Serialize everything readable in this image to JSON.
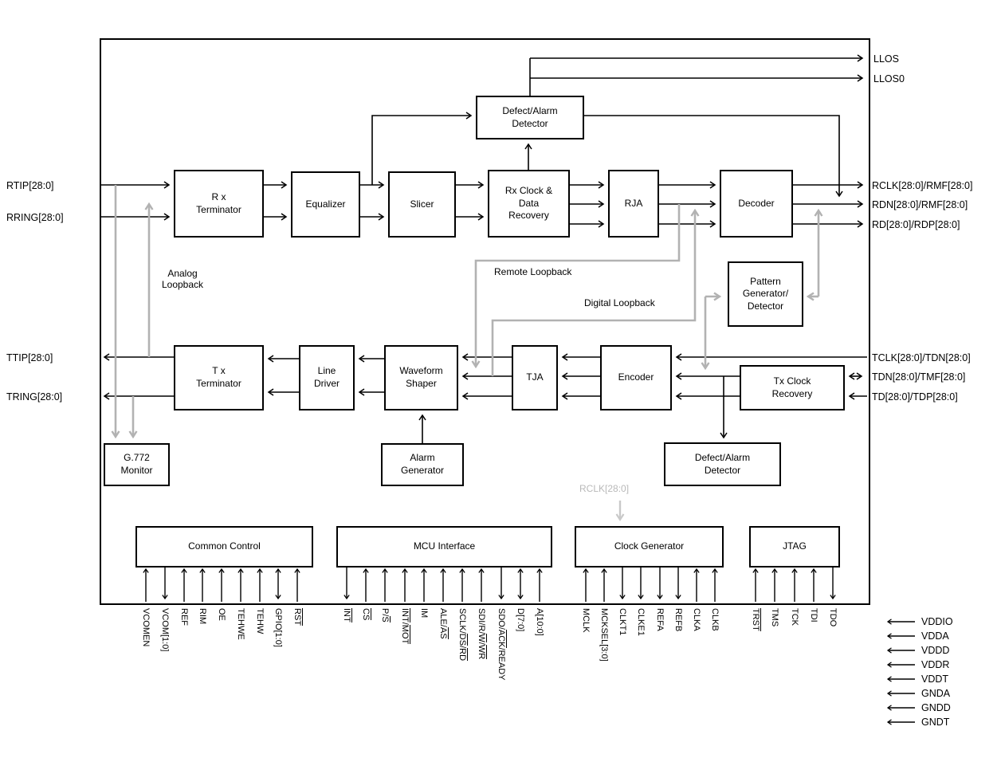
{
  "blocks": [
    {
      "id": "rx_terminator",
      "label": "R x\nTerminator"
    },
    {
      "id": "equalizer",
      "label": "Equalizer"
    },
    {
      "id": "slicer",
      "label": "Slicer"
    },
    {
      "id": "rx_cdr",
      "label": "Rx Clock &\nData\nRecovery"
    },
    {
      "id": "rja",
      "label": "RJA"
    },
    {
      "id": "decoder",
      "label": "Decoder"
    },
    {
      "id": "defect_alarm_top",
      "label": "Defect/Alarm\nDetector"
    },
    {
      "id": "pattern_gen",
      "label": "Pattern\nGenerator/\nDetector"
    },
    {
      "id": "tx_terminator",
      "label": "T x\nTerminator"
    },
    {
      "id": "line_driver",
      "label": "Line\nDriver"
    },
    {
      "id": "waveform_shaper",
      "label": "Waveform\nShaper"
    },
    {
      "id": "tja",
      "label": "TJA"
    },
    {
      "id": "encoder",
      "label": "Encoder"
    },
    {
      "id": "tx_clock_recovery",
      "label": "Tx Clock\nRecovery"
    },
    {
      "id": "g772_monitor",
      "label": "G.772\nMonitor"
    },
    {
      "id": "alarm_generator",
      "label": "Alarm\nGenerator"
    },
    {
      "id": "defect_alarm_bottom",
      "label": "Defect/Alarm\nDetector"
    },
    {
      "id": "common_control",
      "label": "Common  Control"
    },
    {
      "id": "mcu_interface",
      "label": "MCU  Interface"
    },
    {
      "id": "clock_generator",
      "label": "Clock  Generator"
    },
    {
      "id": "jtag",
      "label": "JTAG"
    }
  ],
  "left_labels": [
    {
      "id": "rtip",
      "text": "RTIP[28:0]"
    },
    {
      "id": "rring",
      "text": "RRING[28:0]"
    },
    {
      "id": "ttip",
      "text": "TTIP[28:0]"
    },
    {
      "id": "tring",
      "text": "TRING[28:0]"
    }
  ],
  "right_labels": [
    {
      "id": "llos",
      "text": "LLOS"
    },
    {
      "id": "llos0",
      "text": "LLOS0"
    },
    {
      "id": "rclk",
      "text": "RCLK[28:0]/RMF[28:0]"
    },
    {
      "id": "rdn",
      "text": "RDN[28:0]/RMF[28:0]"
    },
    {
      "id": "rd",
      "text": "RD[28:0]/RDP[28:0]"
    },
    {
      "id": "tclk",
      "text": "TCLK[28:0]/TDN[28:0]"
    },
    {
      "id": "tdn",
      "text": "TDN[28:0]/TMF[28:0]"
    },
    {
      "id": "td",
      "text": "TD[28:0]/TDP[28:0]"
    }
  ],
  "annotations": {
    "analog_loopback": "Analog\nLoopback",
    "remote_loopback": "Remote  Loopback",
    "digital_loopback": "Digital  Loopback",
    "rclk_feed": "RCLK[28:0]"
  },
  "pin_groups": [
    {
      "id": "common_control",
      "pins": [
        {
          "label": "VCOMEN",
          "dir": "in"
        },
        {
          "label": "VCOM[1:0]",
          "dir": "out"
        },
        {
          "label": "REF",
          "dir": "in"
        },
        {
          "label": "RIM",
          "dir": "in"
        },
        {
          "label": "OE",
          "dir": "in"
        },
        {
          "label": "TEHWE",
          "dir": "in"
        },
        {
          "label": "TEHW",
          "dir": "in"
        },
        {
          "label": "GPIO[1:0]",
          "dir": "bidir"
        },
        {
          "label": "~RST~",
          "dir": "in"
        }
      ]
    },
    {
      "id": "mcu_interface",
      "pins": [
        {
          "label": "~INT~",
          "dir": "out"
        },
        {
          "label": "~CS~",
          "dir": "in"
        },
        {
          "label": "P/~S~",
          "dir": "in"
        },
        {
          "label": "~INT~/~MOT~",
          "dir": "in"
        },
        {
          "label": "IM",
          "dir": "in"
        },
        {
          "label": "ALE/~AS~",
          "dir": "in"
        },
        {
          "label": "SCLK/~DS~/~RD~",
          "dir": "in"
        },
        {
          "label": "SDI/R/~W~/~WR~",
          "dir": "in"
        },
        {
          "label": "SDO/~ACK~/READY",
          "dir": "out"
        },
        {
          "label": "D[7:0]",
          "dir": "bidir"
        },
        {
          "label": "A[10:0]",
          "dir": "in"
        }
      ]
    },
    {
      "id": "clock_generator",
      "pins": [
        {
          "label": "MCLK",
          "dir": "in"
        },
        {
          "label": "MCKSEL[3:0]",
          "dir": "in"
        },
        {
          "label": "CLKT1",
          "dir": "out"
        },
        {
          "label": "CLKE1",
          "dir": "out"
        },
        {
          "label": "REFA",
          "dir": "out"
        },
        {
          "label": "REFB",
          "dir": "out"
        },
        {
          "label": "CLKA",
          "dir": "in"
        },
        {
          "label": "CLKB",
          "dir": "in"
        }
      ]
    },
    {
      "id": "jtag",
      "pins": [
        {
          "label": "~TRST~",
          "dir": "in"
        },
        {
          "label": "TMS",
          "dir": "in"
        },
        {
          "label": "TCK",
          "dir": "in"
        },
        {
          "label": "TDI",
          "dir": "in"
        },
        {
          "label": "TDO",
          "dir": "out"
        }
      ]
    }
  ],
  "power_pins": [
    "VDDIO",
    "VDDA",
    "VDDD",
    "VDDR",
    "VDDT",
    "GNDA",
    "GNDD",
    "GNDT"
  ],
  "colors": {
    "line": "#000000",
    "loopback_gray": "#b2b2b2",
    "feed_gray": "#c9c9c9"
  }
}
